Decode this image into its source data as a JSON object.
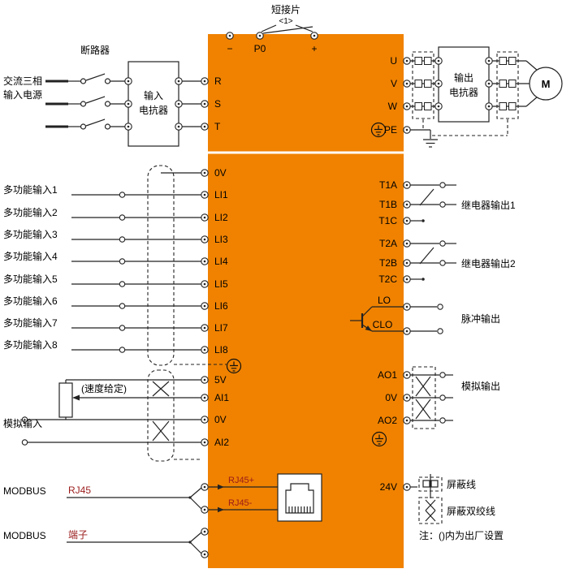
{
  "colors": {
    "body": "#f08200",
    "line": "#222222",
    "red": "#9b1b1b"
  },
  "top": {
    "jumper_label": "短接片",
    "jumper_note": "<1>",
    "dc": [
      "−",
      "P0",
      "+"
    ]
  },
  "input": {
    "breaker": "断路器",
    "source_line1": "交流三相",
    "source_line2": "输入电源",
    "reactor_line1": "输入",
    "reactor_line2": "电抗器",
    "terminals": [
      "R",
      "S",
      "T"
    ]
  },
  "output": {
    "terminals": [
      "U",
      "V",
      "W"
    ],
    "pe": "PE",
    "reactor_line1": "输出",
    "reactor_line2": "电抗器",
    "motor": "M"
  },
  "digital": {
    "common": "0V",
    "items": [
      {
        "ext": "多功能输入1",
        "term": "LI1"
      },
      {
        "ext": "多功能输入2",
        "term": "LI2"
      },
      {
        "ext": "多功能输入3",
        "term": "LI3"
      },
      {
        "ext": "多功能输入4",
        "term": "LI4"
      },
      {
        "ext": "多功能输入5",
        "term": "LI5"
      },
      {
        "ext": "多功能输入6",
        "term": "LI6"
      },
      {
        "ext": "多功能输入7",
        "term": "LI7"
      },
      {
        "ext": "多功能输入8",
        "term": "LI8"
      }
    ]
  },
  "analog_in": {
    "speed_ref": "(速度给定)",
    "group": "模拟输入",
    "terminals": [
      "5V",
      "AI1",
      "0V",
      "AI2"
    ]
  },
  "comm": {
    "modbus1": "MODBUS",
    "modbus1_sub": "RJ45",
    "modbus2": "MODBUS",
    "modbus2_sub": "端子",
    "rj45_plus": "RJ45+",
    "rj45_minus": "RJ45-"
  },
  "relay1": {
    "terminals": [
      "T1A",
      "T1B",
      "T1C"
    ],
    "label": "继电器输出1"
  },
  "relay2": {
    "terminals": [
      "T2A",
      "T2B",
      "T2C"
    ],
    "label": "继电器输出2"
  },
  "pulse": {
    "terminals": [
      "LO",
      "CLO"
    ],
    "label": "脉冲输出"
  },
  "analog_out": {
    "terminals": [
      "AO1",
      "0V",
      "AO2"
    ],
    "label": "模拟输出"
  },
  "aux": {
    "v24": "24V"
  },
  "legend": {
    "shield": "屏蔽线",
    "twisted": "屏蔽双绞线",
    "note": "注：()内为出厂设置"
  }
}
